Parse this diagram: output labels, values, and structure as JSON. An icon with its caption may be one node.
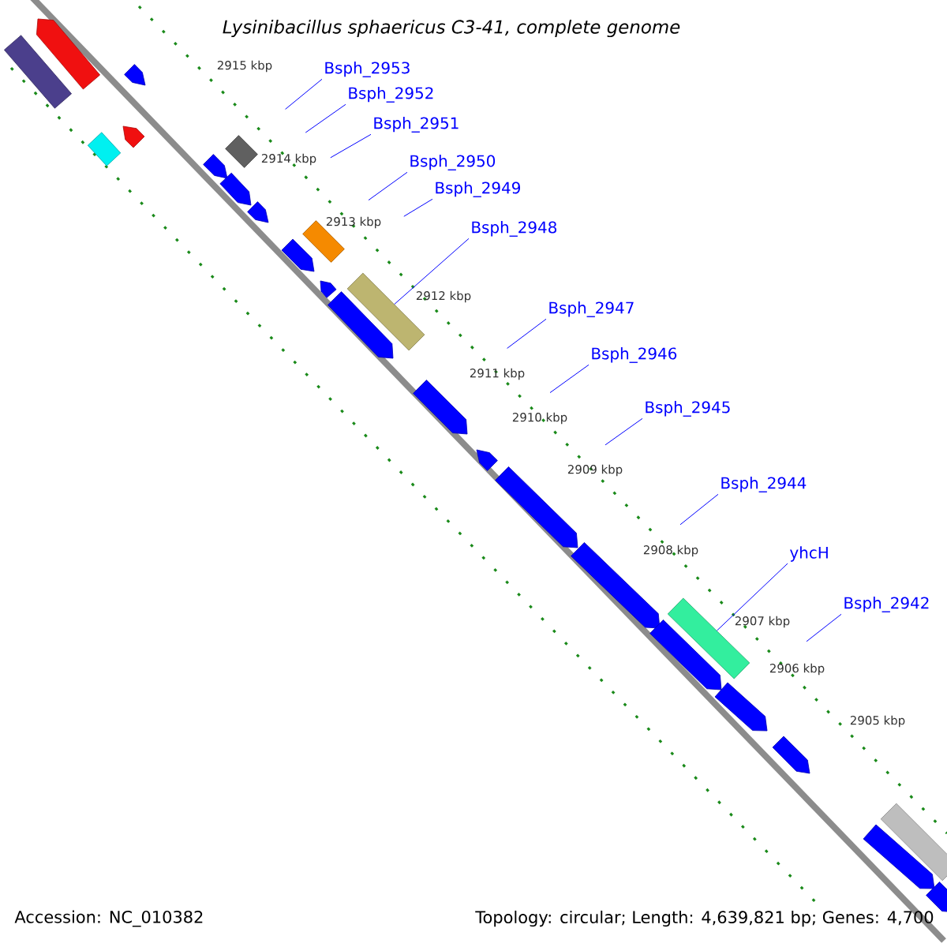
{
  "diagram": {
    "title": "Lysinibacillus sphaericus C3-41, complete genome",
    "nodes": [
      {
        "text": [
          "Bsph_2953"
        ]
      },
      {
        "text": [
          "Bsph_2952"
        ]
      },
      {
        "text": [
          "Bsph_2951"
        ]
      },
      {
        "text": [
          "Bsph_2950"
        ]
      },
      {
        "text": [
          "Bsph_2949"
        ]
      },
      {
        "text": [
          "Bsph_2948"
        ]
      },
      {
        "text": [
          "Bsph_2947"
        ]
      },
      {
        "text": [
          "Bsph_2946"
        ]
      },
      {
        "text": [
          "Bsph_2945"
        ]
      },
      {
        "text": [
          "Bsph_2944"
        ]
      },
      {
        "text": [
          "yhcH"
        ]
      },
      {
        "text": [
          "Bsph_2942"
        ]
      },
      {
        "text": [],
        "shape": "bar"
      },
      {
        "text": [],
        "shape": "bar"
      }
    ],
    "edges": [
      {
        "from": 0,
        "to": null,
        "arrow": "none"
      },
      {
        "from": 1,
        "to": null,
        "arrow": "none"
      },
      {
        "from": 2,
        "to": null,
        "arrow": "none"
      },
      {
        "from": 3,
        "to": null,
        "arrow": "none"
      },
      {
        "from": 4,
        "to": null,
        "arrow": "none"
      },
      {
        "from": 5,
        "to": 12,
        "arrow": "none"
      },
      {
        "from": 6,
        "to": null,
        "arrow": "none"
      },
      {
        "from": 7,
        "to": null,
        "arrow": "none"
      },
      {
        "from": 8,
        "to": null,
        "arrow": "none"
      },
      {
        "from": 9,
        "to": null,
        "arrow": "none"
      },
      {
        "from": 10,
        "to": 13,
        "arrow": "none"
      },
      {
        "from": 11,
        "to": null,
        "arrow": "none"
      }
    ],
    "labels": [
      "2915 kbp",
      "2914 kbp",
      "2913 kbp",
      "2912 kbp",
      "2911 kbp",
      "2910 kbp",
      "2909 kbp",
      "2908 kbp",
      "2907 kbp",
      "2906 kbp",
      "2905 kbp",
      "Accession: NC_010382",
      "Topology: circular; Length: 4,639,821 bp; Genes: 4,700"
    ]
  }
}
